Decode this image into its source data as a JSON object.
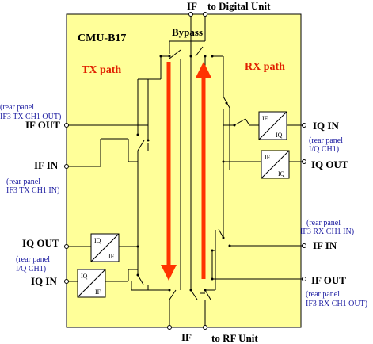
{
  "colors": {
    "unit_fill": "#ffff99",
    "arrow": "#ff3300",
    "path_label": "#e02000",
    "panel_note": "#1a1aa0"
  },
  "unit": {
    "name": "CMU-B17",
    "bypass": "Bypass"
  },
  "paths": {
    "tx": "TX  path",
    "rx": "RX  path"
  },
  "top": {
    "if": "IF",
    "to": "to Digital Unit"
  },
  "bottom": {
    "if": "IF",
    "to": "to RF Unit"
  },
  "left_ports": {
    "if_out": {
      "note1": "(rear panel",
      "note2": "IF3 TX CH1 OUT)",
      "label": "IF OUT"
    },
    "if_in": {
      "note1": "(rear panel",
      "note2": "IF3 TX CH1 IN)",
      "label": "IF IN"
    },
    "iq_out": {
      "label": "IQ OUT"
    },
    "iq_in": {
      "note1": "(rear panel",
      "note2": "I/Q CH1)",
      "label": "IQ IN"
    }
  },
  "right_ports": {
    "iq_in": {
      "label": "IQ IN",
      "note1": "(rear panel",
      "note2": "I/Q CH1)"
    },
    "iq_out": {
      "label": "IQ OUT"
    },
    "if_in": {
      "note1": "(rear panel",
      "note2": "IF3 RX CH1 IN)",
      "label": "IF IN"
    },
    "if_out": {
      "label": "IF OUT",
      "note1": "(rear panel",
      "note2": "IF3 RX CH1 OUT)"
    }
  },
  "blocks": {
    "rx_upper": {
      "top": "IF",
      "bottom": "IQ"
    },
    "rx_lower": {
      "top": "IF",
      "bottom": "IQ"
    },
    "tx_upper": {
      "top": "IQ",
      "bottom": "IF"
    },
    "tx_lower": {
      "top": "IQ",
      "bottom": "IF"
    }
  }
}
